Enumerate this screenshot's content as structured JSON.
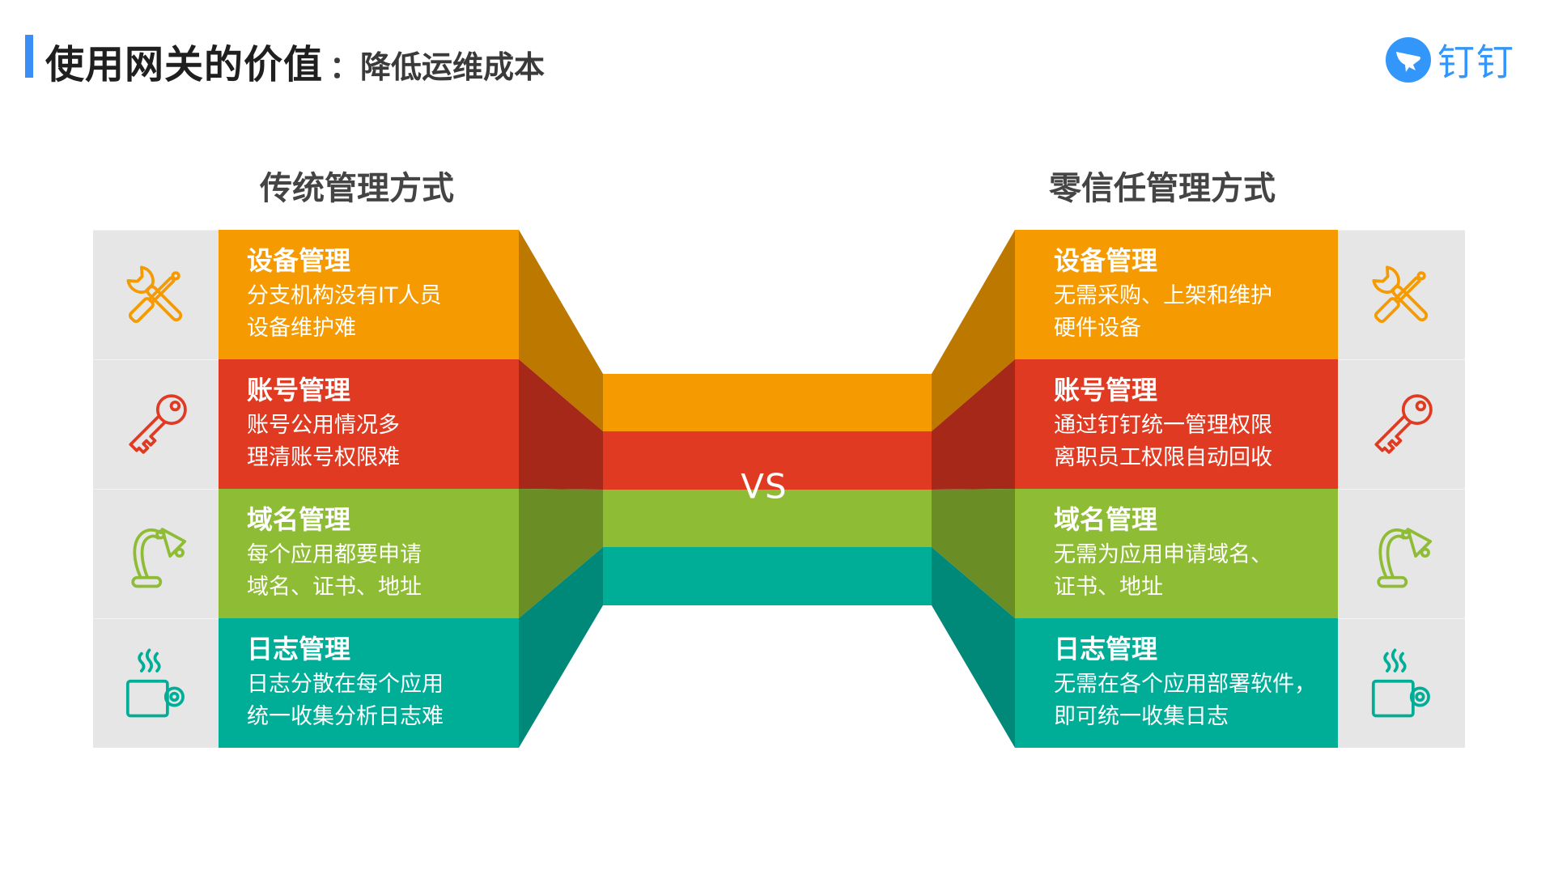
{
  "header": {
    "title": "使用网关的价值",
    "subtitle": "：降低运维成本"
  },
  "logo": {
    "icon": "dingtalk-logo-icon",
    "text": "钉钉",
    "color": "#3296FA"
  },
  "accent_color": "#3A8EF6",
  "vs_label": "VS",
  "colors": {
    "device": "#F59A00",
    "device_dark": "#BD7800",
    "account": "#E03B22",
    "account_dark": "#A52819",
    "domain": "#8FBC35",
    "domain_dark": "#6A8D25",
    "log": "#00AE98",
    "log_dark": "#008878",
    "panel_gray": "#E6E6E6"
  },
  "left": {
    "heading": "传统管理方式",
    "items": [
      {
        "title": "设备管理",
        "lines": [
          "分支机构没有IT人员",
          "设备维护难"
        ],
        "icon": "tools-icon"
      },
      {
        "title": "账号管理",
        "lines": [
          "账号公用情况多",
          "理清账号权限难"
        ],
        "icon": "key-icon"
      },
      {
        "title": "域名管理",
        "lines": [
          "每个应用都要申请",
          "域名、证书、地址"
        ],
        "icon": "desk-lamp-icon"
      },
      {
        "title": "日志管理",
        "lines": [
          "日志分散在每个应用",
          "统一收集分析日志难"
        ],
        "icon": "coffee-mug-icon"
      }
    ]
  },
  "right": {
    "heading": "零信任管理方式",
    "items": [
      {
        "title": "设备管理",
        "lines": [
          "无需采购、上架和维护",
          "硬件设备"
        ],
        "icon": "tools-icon"
      },
      {
        "title": "账号管理",
        "lines": [
          "通过钉钉统一管理权限",
          "离职员工权限自动回收"
        ],
        "icon": "key-icon"
      },
      {
        "title": "域名管理",
        "lines": [
          "无需为应用申请域名、",
          "证书、地址"
        ],
        "icon": "desk-lamp-icon"
      },
      {
        "title": "日志管理",
        "lines": [
          "无需在各个应用部署软件，",
          "即可统一收集日志"
        ],
        "icon": "coffee-mug-icon"
      }
    ]
  }
}
